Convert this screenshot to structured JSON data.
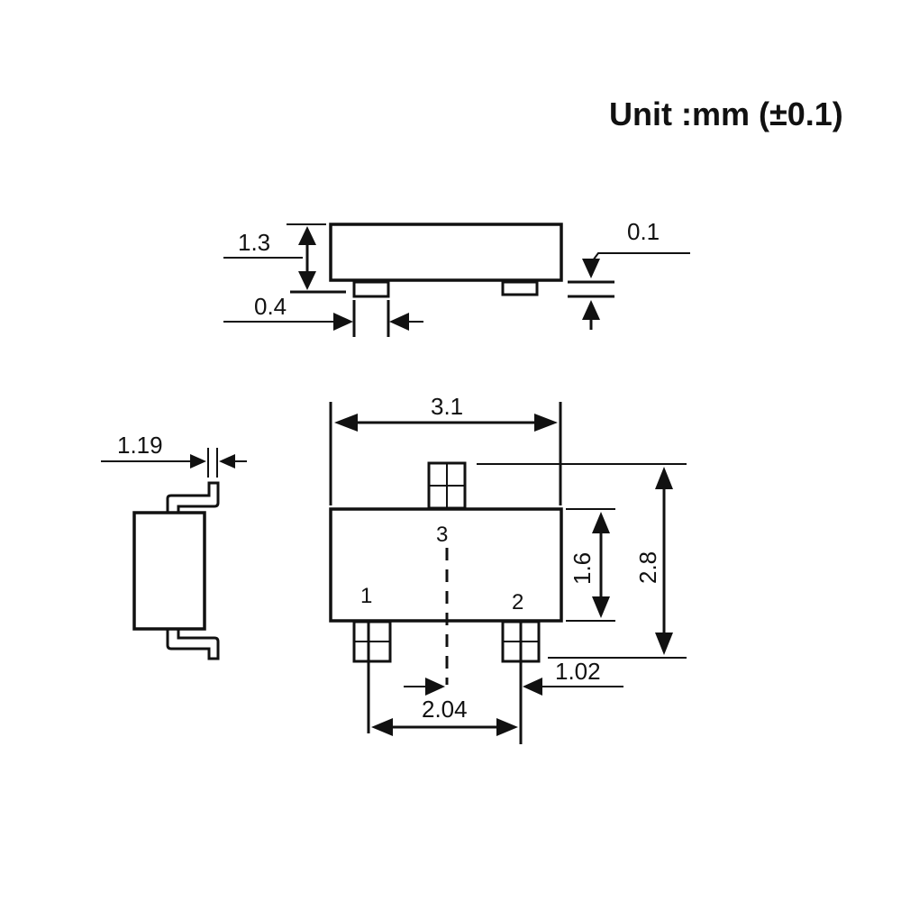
{
  "header": {
    "unit_label": "Unit :mm (±0.1)"
  },
  "side_view": {
    "dim_height": "1.3",
    "dim_pad_width": "0.4",
    "dim_pad_thickness": "0.1"
  },
  "lead_view": {
    "dim_lead_width": "1.19"
  },
  "top_view": {
    "dim_body_length": "3.1",
    "dim_body_width": "1.6",
    "dim_overall_width": "2.8",
    "dim_pin_pitch": "2.04",
    "dim_half_pitch": "1.02",
    "pin_1": "1",
    "pin_2": "2",
    "pin_3": "3"
  }
}
